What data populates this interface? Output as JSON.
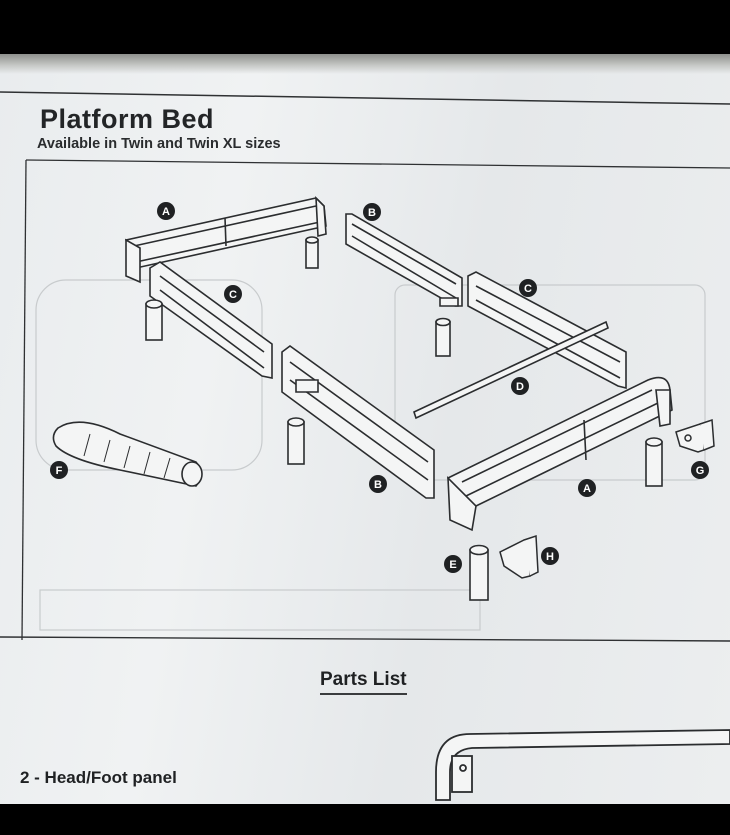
{
  "document": {
    "title": "Platform Bed",
    "subtitle": "Available in Twin and Twin XL sizes",
    "parts_heading": "Parts List",
    "panel_label": "2 - Head/Foot panel"
  },
  "part_callouts": [
    "A",
    "B",
    "C",
    "D",
    "E",
    "F",
    "G",
    "H"
  ],
  "colors": {
    "paper": "#eceeef",
    "ink": "#232527",
    "background": "#000000"
  }
}
